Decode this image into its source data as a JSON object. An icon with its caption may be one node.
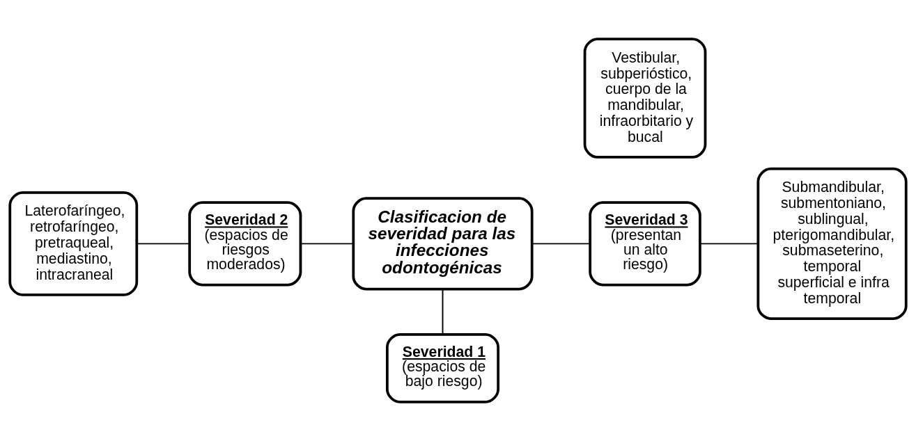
{
  "diagram": {
    "nodes": [
      {
        "text": [
          "Clasificacion de severidad para las infecciones odontogénicas"
        ]
      },
      {
        "text": [
          "Severidad 1",
          "(espacios de bajo riesgo)"
        ]
      },
      {
        "text": [
          "Vestibular, subperióstico, cuerpo de la mandibular, infraorbitario y bucal"
        ]
      },
      {
        "text": [
          "Laterofaríngeo, retrofaríngeo, pretraqueal, mediastino, intracraneal"
        ]
      },
      {
        "text": [
          "Severidad 2",
          "(espacios de riesgos moderados)"
        ]
      },
      {
        "text": [
          "Severidad 3",
          "(presentan un alto riesgo)"
        ]
      },
      {
        "text": [
          "Submandibular, submentoniano, sublingual, pterigomandibular, submaseterino, temporal  superficial e infra temporal"
        ]
      }
    ],
    "edges": [
      {
        "from": 0,
        "to": 1,
        "arrow": "none"
      },
      {
        "from": 3,
        "to": 4,
        "arrow": "none"
      },
      {
        "from": 4,
        "to": 0,
        "arrow": "none"
      },
      {
        "from": 0,
        "to": 5,
        "arrow": "none"
      },
      {
        "from": 5,
        "to": 6,
        "arrow": "none"
      }
    ]
  }
}
